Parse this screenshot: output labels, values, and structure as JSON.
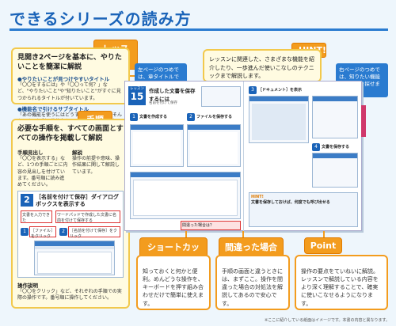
{
  "title": "できるシリーズの読み方",
  "lesson_tag": "レッスン",
  "lesson_card": {
    "heading": "見開き2ページを基本に、やりたいことを簡潔に解説",
    "bullet1": "●やりたいことが見つけやすいタイトル",
    "bullet1_text": "「〇〇をするには」や「〇〇って何？」など、\"やりたいこと\"や\"知りたいこと\"がすぐに見つかられるタイトルが付いています。",
    "bullet2": "●機能名で引けるサブタイトル",
    "bullet2_text": "「あの機能を使うにはどうするんだっけ？」そんなときに便利。機能名やサービス名などから調べやすくなっています。"
  },
  "step_tag": "手順",
  "step_card": {
    "heading": "必要な手順を、すべての画面とすべての操作を掲載して解説",
    "label1": "手順見出し",
    "label1_text": "「〇〇を表示する」など、1つの手順ごとに内容の見出しを付けています。番号順に読み進めてください。",
    "label2": "解説",
    "label2_text": "操作の前提や意味、操作結果に関して解説しています。",
    "step_number": "2",
    "step_title_a": "［名前を付けて保存］ダイアログ",
    "step_title_b": "ボックスを表示する",
    "box_a": "文書を入力できた",
    "box_b": "ワードパッドで作成した文書に名前を付けて保存する",
    "box_c": "［ファイル］をクリック",
    "box_d": "［名前を付けて保存］をクリック",
    "num1": "1",
    "num2": "2",
    "label3": "操作説明",
    "label3_text": "「〇〇をクリック」など、それぞれの手順での実際の操作です。番号順に操作してください。"
  },
  "hint_tag": "HINT!",
  "hint_card": {
    "text": "レッスンに関連した、さまざまな機能を紹介したり、一歩進んだ使いこなしのテクニックまで解説します。"
  },
  "left_callout": "左ページのつめでは、章タイトルでページを探せます。",
  "right_callout": "右ページのつめでは、知りたい機能でページを探せます。",
  "book": {
    "lesson_label": "レッスン",
    "lesson_number": "15",
    "lesson_title": "作成した文書を保存するには",
    "lesson_sub": "名前を付けて保存",
    "step1": "1",
    "step1_title": "文書を作成する",
    "step2": "2",
    "step2_title": "ファイルを保存する",
    "step3": "3",
    "step3_title": "［ドキュメント］を表示",
    "step4": "4",
    "step4_title": "文書を保存する",
    "hint_small": "HINT!",
    "hint_small_title": "文書を保存しておけば、何度でも呼び出せる",
    "trouble": "間違った場合は？"
  },
  "shortcut_tag": "ショートカットキー",
  "shortcut_text": "知っておくと何かと便利。めんどうな操作を、キーボードを押す組み合わせだけで簡単に使えます。",
  "mistake_tag": "間違った場合は？",
  "mistake_text": "手順の画面と違うときには、まずここ。操作を間違った場合の対処法を解説してあるので安心です。",
  "point_tag": "Point",
  "point_text": "操作の要点をていねいに解説。レッスンで解説している内容をより深く理解することで、確実に使いこなせるようになります。",
  "footnote": "※ここに紹介している紙面はイメージです。本書の内容と異なります。"
}
